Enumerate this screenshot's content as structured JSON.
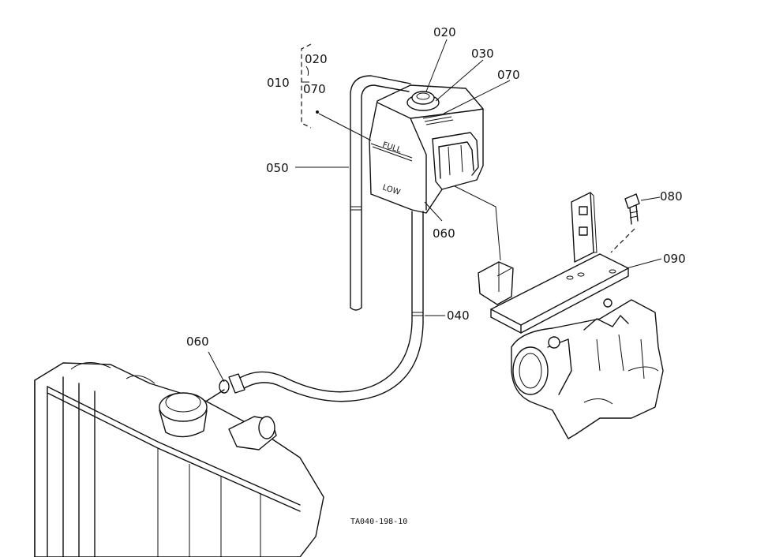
{
  "diagram": {
    "callouts": [
      {
        "id": "c020_top",
        "text": "020"
      },
      {
        "id": "c030",
        "text": "030"
      },
      {
        "id": "c070_right",
        "text": "070"
      },
      {
        "id": "c020_left",
        "text": "020"
      },
      {
        "id": "c010",
        "text": "010"
      },
      {
        "id": "c070_left",
        "text": "070"
      },
      {
        "id": "c050",
        "text": "050"
      },
      {
        "id": "c060_tank",
        "text": "060"
      },
      {
        "id": "c080",
        "text": "080"
      },
      {
        "id": "c090",
        "text": "090"
      },
      {
        "id": "c040",
        "text": "040"
      },
      {
        "id": "c060_radiator",
        "text": "060"
      }
    ],
    "tank_markings": {
      "full": "FULL",
      "low": "LOW"
    },
    "drawing_code": "TA040-198-10"
  }
}
